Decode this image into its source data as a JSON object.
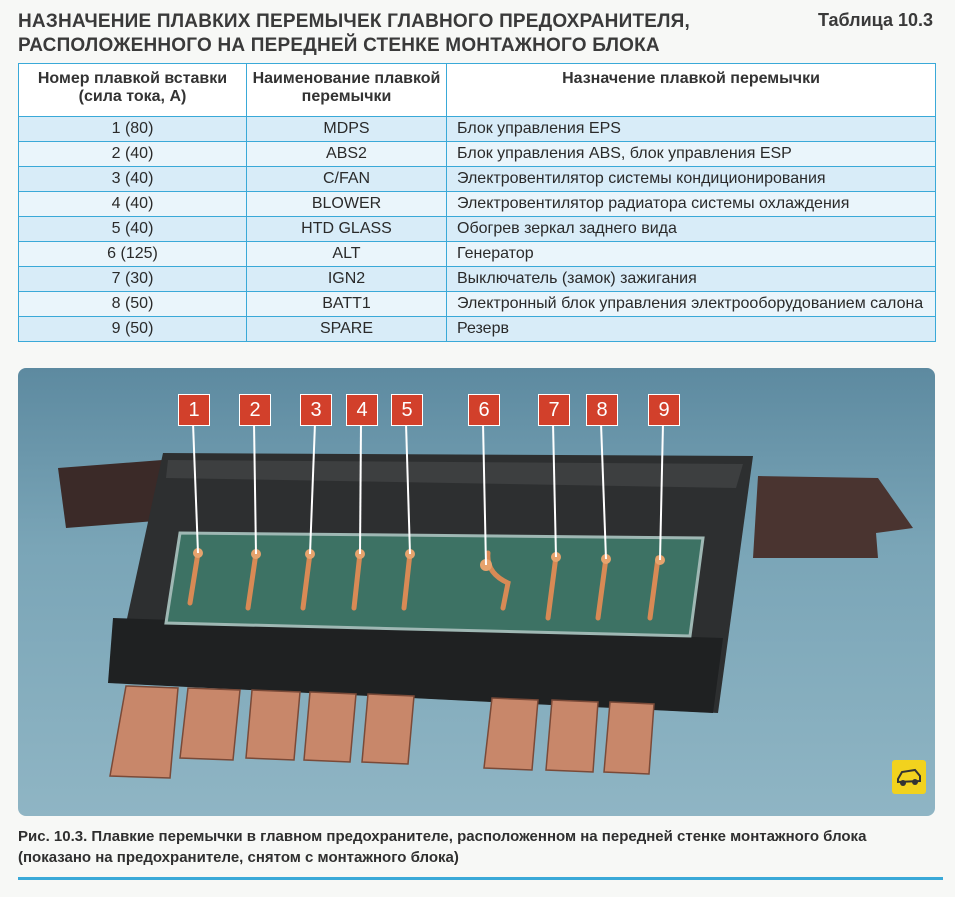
{
  "title": "НАЗНАЧЕНИЕ ПЛАВКИХ ПЕРЕМЫЧЕК ГЛАВНОГО ПРЕДОХРАНИТЕЛЯ, РАСПОЛОЖЕННОГО НА ПЕРЕДНЕЙ СТЕНКЕ МОНТАЖНОГО БЛОКА",
  "table_label": "Таблица 10.3",
  "table": {
    "headers": [
      "Номер плавкой вставки (сила тока, А)",
      "Наименование плавкой перемычки",
      "Назначение плавкой перемычки"
    ],
    "rows": [
      [
        "1 (80)",
        "MDPS",
        "Блок управления EPS"
      ],
      [
        "2 (40)",
        "ABS2",
        "Блок управления ABS, блок управления ESP"
      ],
      [
        "3 (40)",
        "C/FAN",
        "Электровентилятор системы кондиционирования"
      ],
      [
        "4 (40)",
        "BLOWER",
        "Электровентилятор радиатора системы охлаждения"
      ],
      [
        "5 (40)",
        "HTD GLASS",
        "Обогрев зеркал заднего вида"
      ],
      [
        "6 (125)",
        "ALT",
        "Генератор"
      ],
      [
        "7 (30)",
        "IGN2",
        "Выключатель (замок) зажигания"
      ],
      [
        "8 (50)",
        "BATT1",
        "Электронный блок управления электрооборудованием салона"
      ],
      [
        "9 (50)",
        "SPARE",
        "Резерв"
      ]
    ]
  },
  "photo": {
    "callouts": [
      "1",
      "2",
      "3",
      "4",
      "5",
      "6",
      "7",
      "8",
      "9"
    ],
    "callout_color": "#d2402b",
    "icon": "car-icon"
  },
  "caption": "Рис. 10.3. Плавкие перемычки в главном предохранителе, расположенном на передней стенке монтажного блока (показано на предохранителе, снятом с монтажного блока)",
  "colors": {
    "accent": "#3aa9d8",
    "row_odd": "#d8ecf8",
    "row_even": "#eaf5fb"
  }
}
